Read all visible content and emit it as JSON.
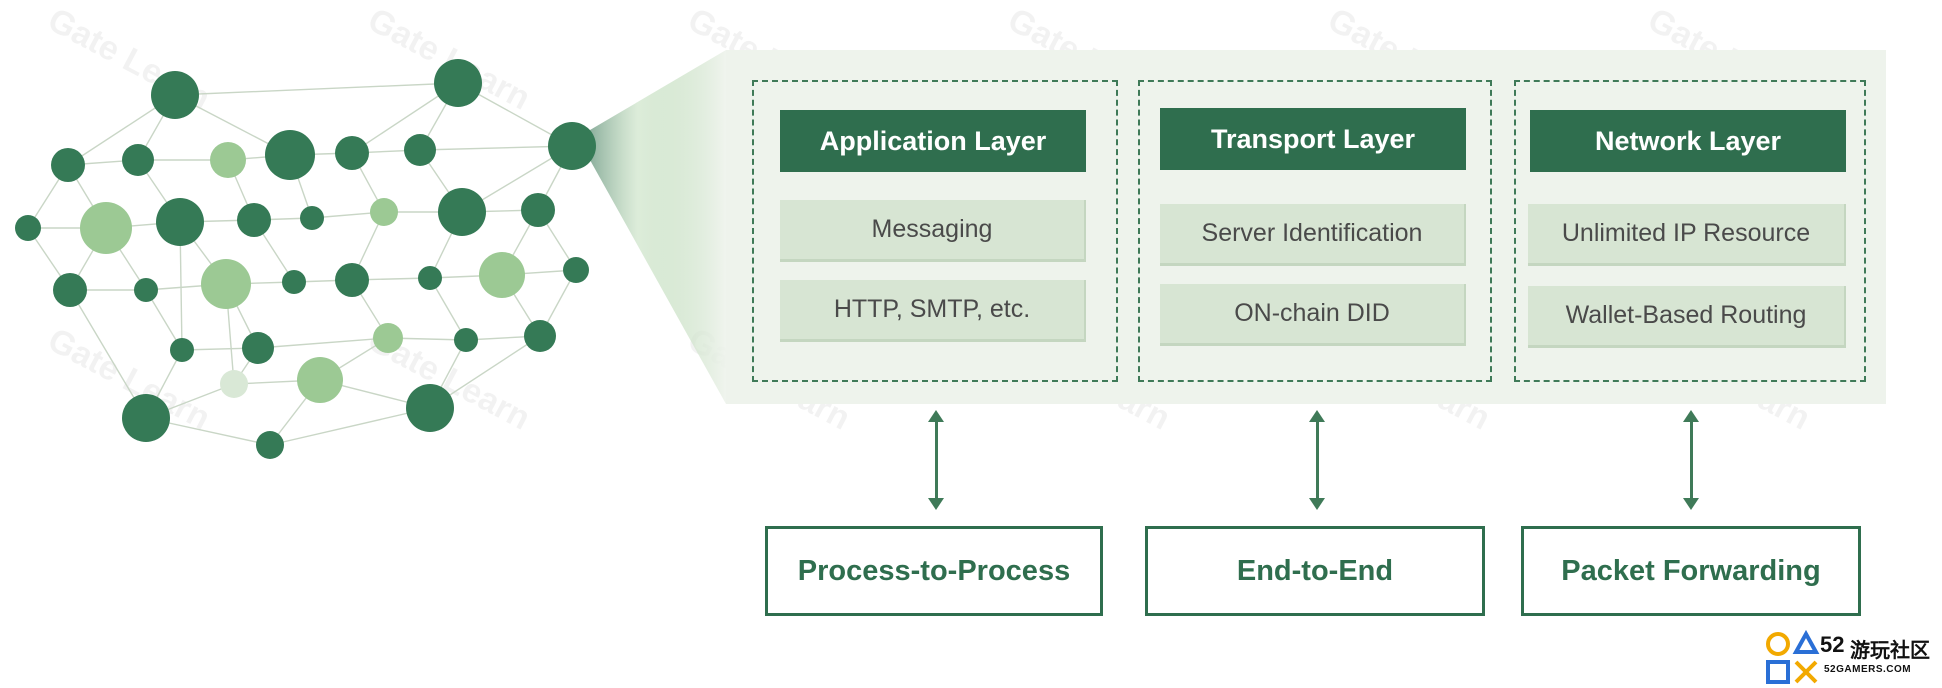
{
  "layers": [
    {
      "title": "Application Layer",
      "items": [
        "Messaging",
        "HTTP, SMTP, etc."
      ],
      "function": "Process-to-Process"
    },
    {
      "title": "Transport Layer",
      "items": [
        "Server Identification",
        "ON-chain DID"
      ],
      "function": "End-to-End"
    },
    {
      "title": "Network Layer",
      "items": [
        "Unlimited IP Resource",
        "Wallet-Based Routing"
      ],
      "function": "Packet Forwarding"
    }
  ],
  "watermark": "Gate Learn",
  "corner_logo": {
    "number": "52",
    "text": "游玩社区",
    "subtext": "52GAMERS.COM"
  },
  "colors": {
    "dark_green": "#2f6e4e",
    "node_dark": "#357a56",
    "node_light": "#9cc994",
    "node_pale": "#d9e8d6",
    "panel_bg": "#eef3ec",
    "item_bg": "#d7e5d3"
  }
}
